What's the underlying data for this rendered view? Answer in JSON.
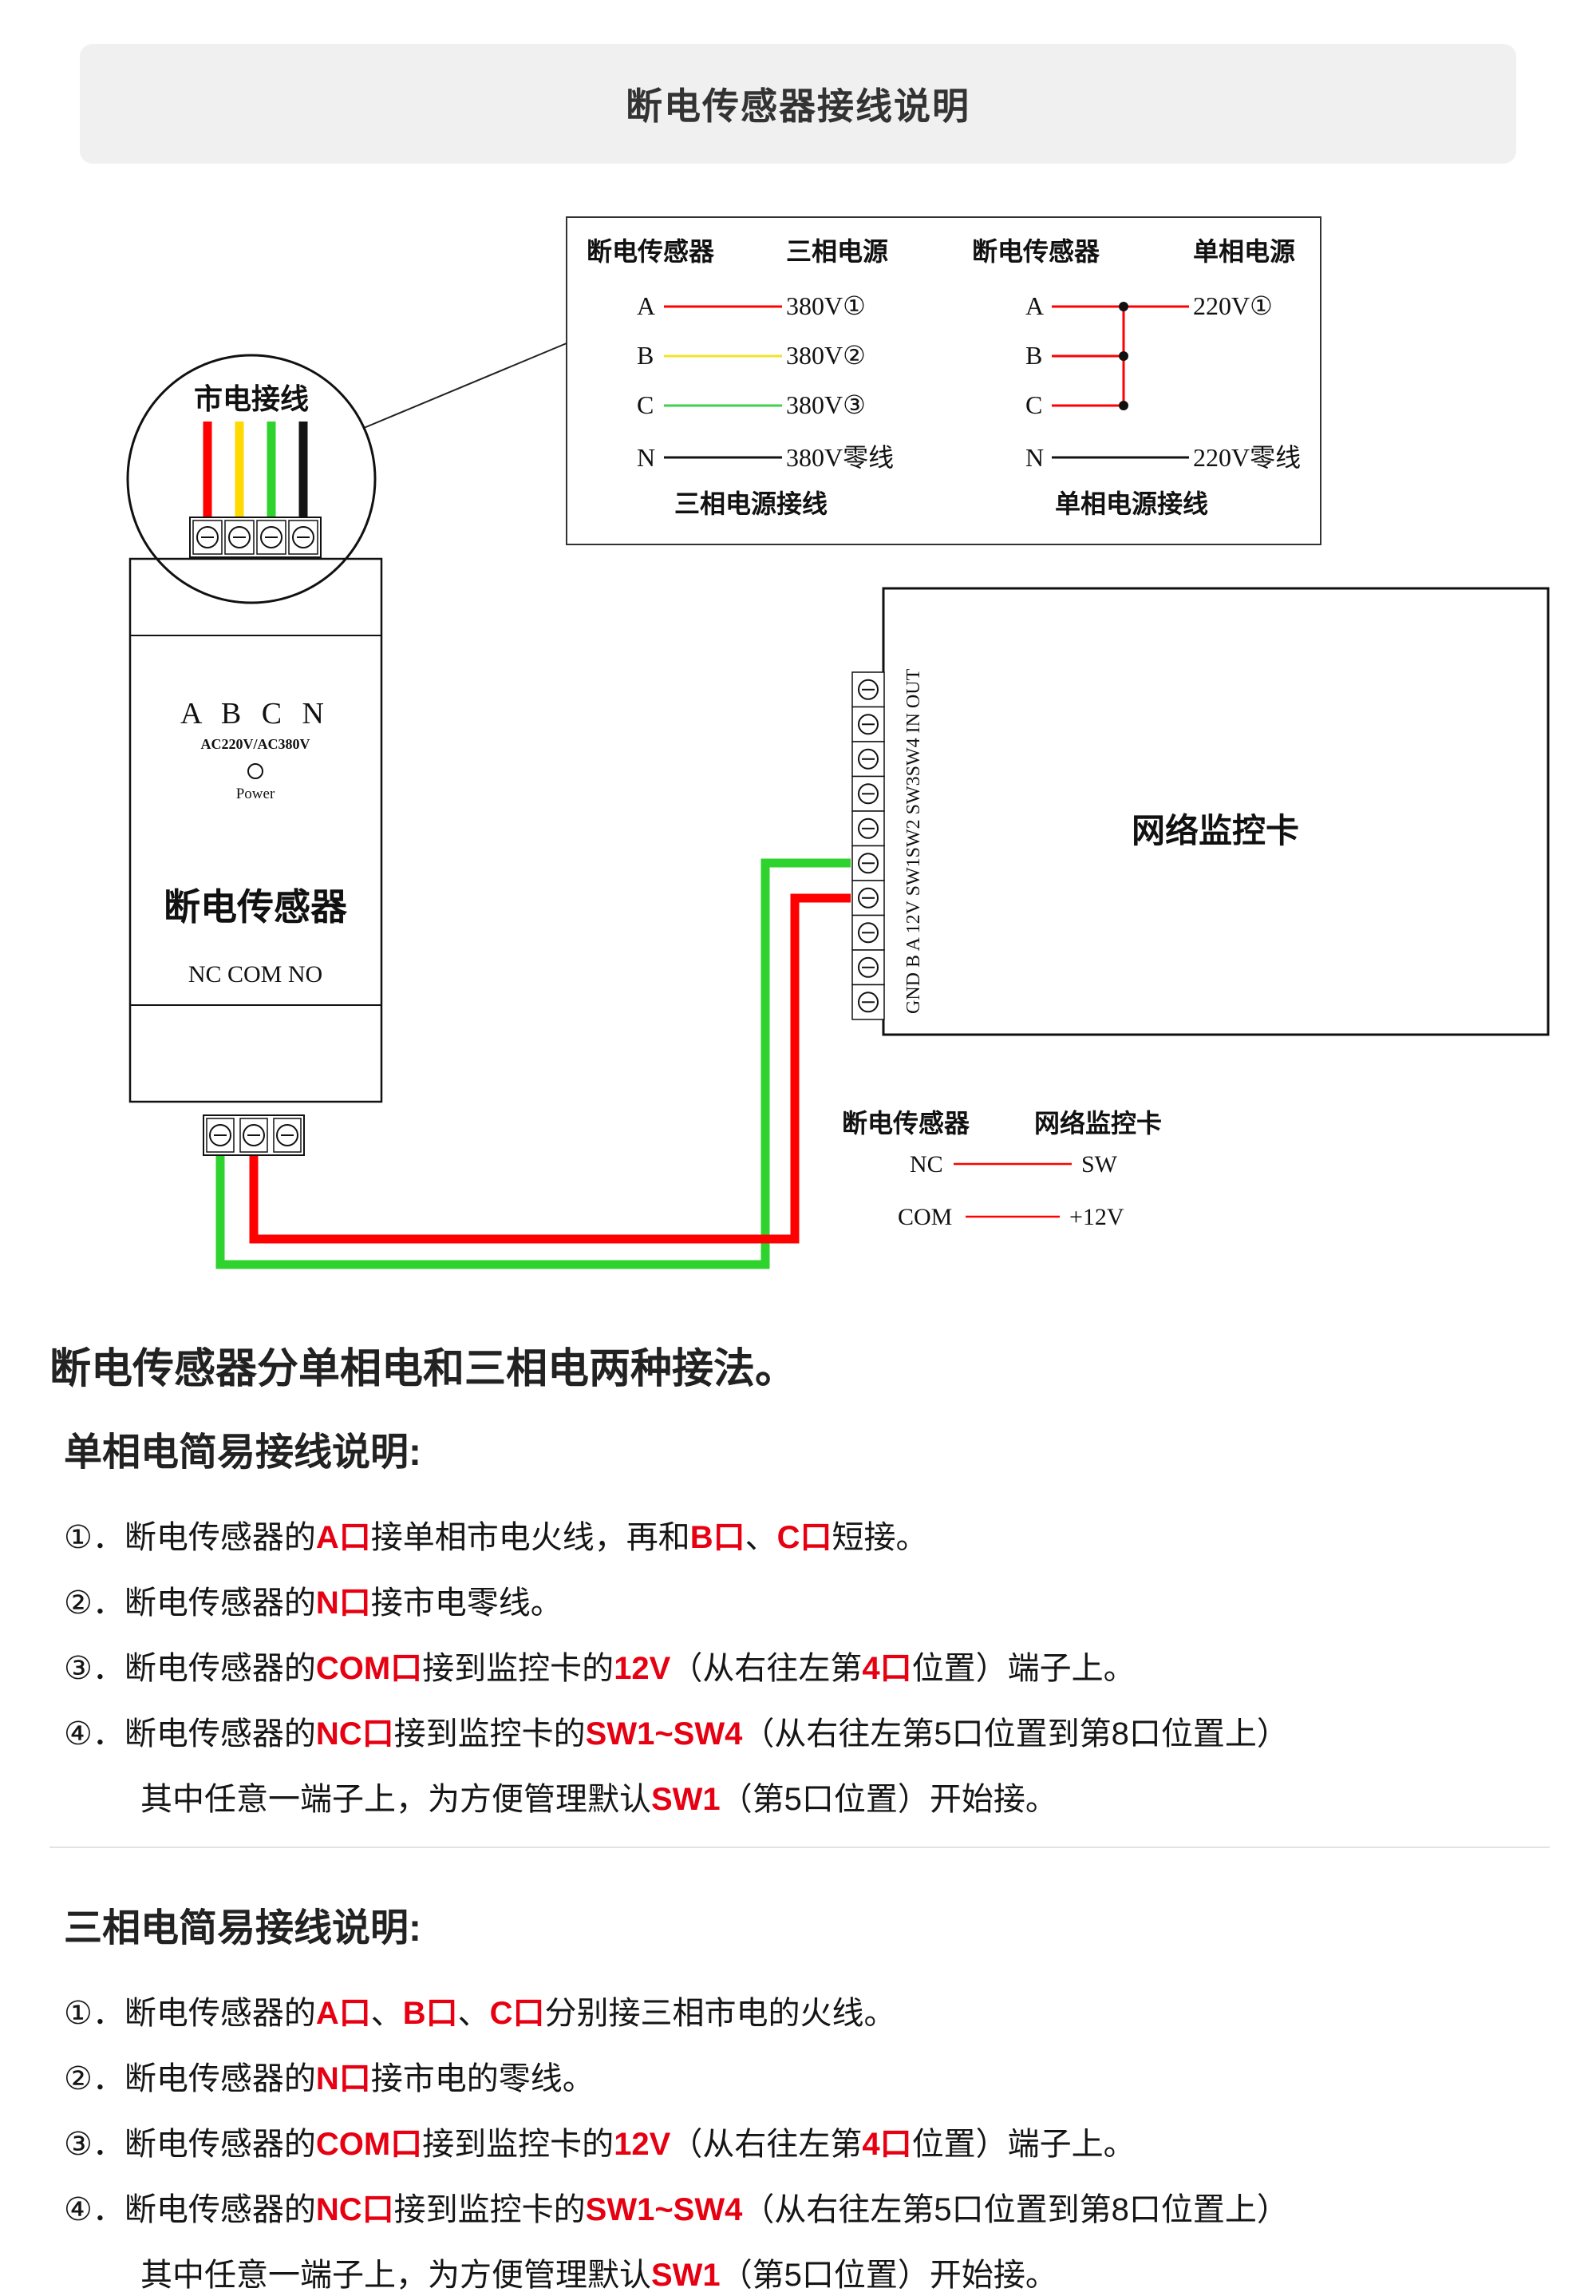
{
  "colors": {
    "accent_red": "#e60012",
    "header_bg": "#f0f0f0",
    "wire_red": "#ff0000",
    "wire_yellow": "#ffd900",
    "wire_green": "#2ed32e",
    "wire_black": "#141414"
  },
  "header": {
    "title": "断电传感器接线说明"
  },
  "diagram": {
    "mains_label": "市电接线",
    "top_box": {
      "three_phase": {
        "device_col": "断电传感器",
        "source_col": "三相电源",
        "rows": [
          {
            "pin": "A",
            "value": "380V①",
            "wire_color": "#ff0000"
          },
          {
            "pin": "B",
            "value": "380V②",
            "wire_color": "#f0e32a"
          },
          {
            "pin": "C",
            "value": "380V③",
            "wire_color": "#3fd04c"
          },
          {
            "pin": "N",
            "value": "380V零线",
            "wire_color": "#141414"
          }
        ],
        "caption": "三相电源接线"
      },
      "single_phase": {
        "device_col": "断电传感器",
        "source_col": "单相电源",
        "rows": [
          {
            "pin": "A",
            "value": "220V①"
          },
          {
            "pin": "B",
            "value": ""
          },
          {
            "pin": "C",
            "value": ""
          },
          {
            "pin": "N",
            "value": "220V零线"
          }
        ],
        "jumper_color": "#ff0000",
        "neutral_color": "#141414",
        "caption": "单相电源接线"
      }
    },
    "sensor": {
      "pins_label": "A B C N",
      "voltage_label": "AC220V/AC380V",
      "power_label": "Power",
      "name": "断电传感器",
      "relay_labels": "NC  COM  NO"
    },
    "card": {
      "name": "网络监控卡",
      "port_labels": "GND B A 12V SW1SW2 SW3SW4 IN OUT"
    },
    "mapping": {
      "device_col": "断电传感器",
      "card_col": "网络监控卡",
      "rows": [
        {
          "left": "NC",
          "right": "SW"
        },
        {
          "left": "COM",
          "right": "+12V"
        }
      ]
    }
  },
  "intro": "断电传感器分单相电和三相电两种接法。",
  "sections": [
    {
      "heading": "单相电简易接线说明:",
      "items": [
        {
          "lines": [
            [
              {
                "t": "①．断电传感器的"
              },
              {
                "t": "A口",
                "r": 1
              },
              {
                "t": "接单相市电火线，再和"
              },
              {
                "t": "B口",
                "r": 1
              },
              {
                "t": "、"
              },
              {
                "t": "C口",
                "r": 1
              },
              {
                "t": "短接。"
              }
            ]
          ]
        },
        {
          "lines": [
            [
              {
                "t": "②．断电传感器的"
              },
              {
                "t": "N口",
                "r": 1
              },
              {
                "t": "接市电零线。"
              }
            ]
          ]
        },
        {
          "lines": [
            [
              {
                "t": "③．断电传感器的"
              },
              {
                "t": "COM口",
                "r": 1
              },
              {
                "t": "接到监控卡的"
              },
              {
                "t": "12V",
                "r": 1
              },
              {
                "t": "（从右往左第"
              },
              {
                "t": "4口",
                "r": 1
              },
              {
                "t": "位置）端子上。"
              }
            ]
          ]
        },
        {
          "lines": [
            [
              {
                "t": "④．断电传感器的"
              },
              {
                "t": "NC口",
                "r": 1
              },
              {
                "t": "接到监控卡的"
              },
              {
                "t": "SW1~SW4",
                "r": 1
              },
              {
                "t": "（从右往左第5口位置到第8口位置上）"
              }
            ],
            [
              {
                "t": "其中任意一端子上，为方便管理默认"
              },
              {
                "t": "SW1",
                "r": 1
              },
              {
                "t": "（第5口位置）开始接。"
              }
            ]
          ]
        }
      ]
    },
    {
      "heading": "三相电简易接线说明:",
      "items": [
        {
          "lines": [
            [
              {
                "t": "①．断电传感器的"
              },
              {
                "t": "A口",
                "r": 1
              },
              {
                "t": "、"
              },
              {
                "t": "B口",
                "r": 1
              },
              {
                "t": "、"
              },
              {
                "t": "C口",
                "r": 1
              },
              {
                "t": "分别接三相市电的火线。"
              }
            ]
          ]
        },
        {
          "lines": [
            [
              {
                "t": "②．断电传感器的"
              },
              {
                "t": "N口",
                "r": 1
              },
              {
                "t": "接市电的零线。"
              }
            ]
          ]
        },
        {
          "lines": [
            [
              {
                "t": "③．断电传感器的"
              },
              {
                "t": "COM口",
                "r": 1
              },
              {
                "t": "接到监控卡的"
              },
              {
                "t": "12V",
                "r": 1
              },
              {
                "t": "（从右往左第"
              },
              {
                "t": "4口",
                "r": 1
              },
              {
                "t": "位置）端子上。"
              }
            ]
          ]
        },
        {
          "lines": [
            [
              {
                "t": "④．断电传感器的"
              },
              {
                "t": "NC口",
                "r": 1
              },
              {
                "t": "接到监控卡的"
              },
              {
                "t": "SW1~SW4",
                "r": 1
              },
              {
                "t": "（从右往左第5口位置到第8口位置上）"
              }
            ],
            [
              {
                "t": "其中任意一端子上，为方便管理默认"
              },
              {
                "t": "SW1",
                "r": 1
              },
              {
                "t": "（第5口位置）开始接。"
              }
            ]
          ]
        }
      ]
    }
  ]
}
